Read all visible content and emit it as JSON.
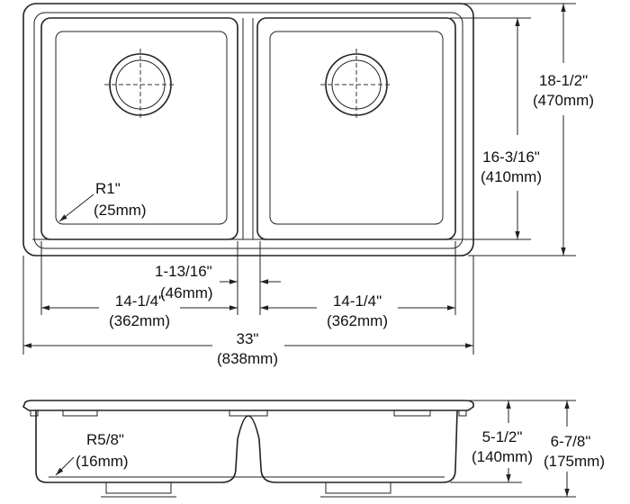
{
  "plan_view": {
    "overall_width": {
      "imperial": "33\"",
      "metric": "(838mm)"
    },
    "left_bowl_width": {
      "imperial": "14-1/4\"",
      "metric": "(362mm)"
    },
    "right_bowl_width": {
      "imperial": "14-1/4\"",
      "metric": "(362mm)"
    },
    "divider_width": {
      "imperial": "1-13/16\"",
      "metric": "(46mm)"
    },
    "overall_depth": {
      "imperial": "18-1/2\"",
      "metric": "(470mm)"
    },
    "bowl_depth": {
      "imperial": "16-3/16\"",
      "metric": "(410mm)"
    },
    "corner_radius": {
      "imperial": "R1\"",
      "metric": "(25mm)"
    }
  },
  "side_view": {
    "bottom_radius": {
      "imperial": "R5/8\"",
      "metric": "(16mm)"
    },
    "bowl_height": {
      "imperial": "5-1/2\"",
      "metric": "(140mm)"
    },
    "overall_height": {
      "imperial": "6-7/8\"",
      "metric": "(175mm)"
    }
  }
}
